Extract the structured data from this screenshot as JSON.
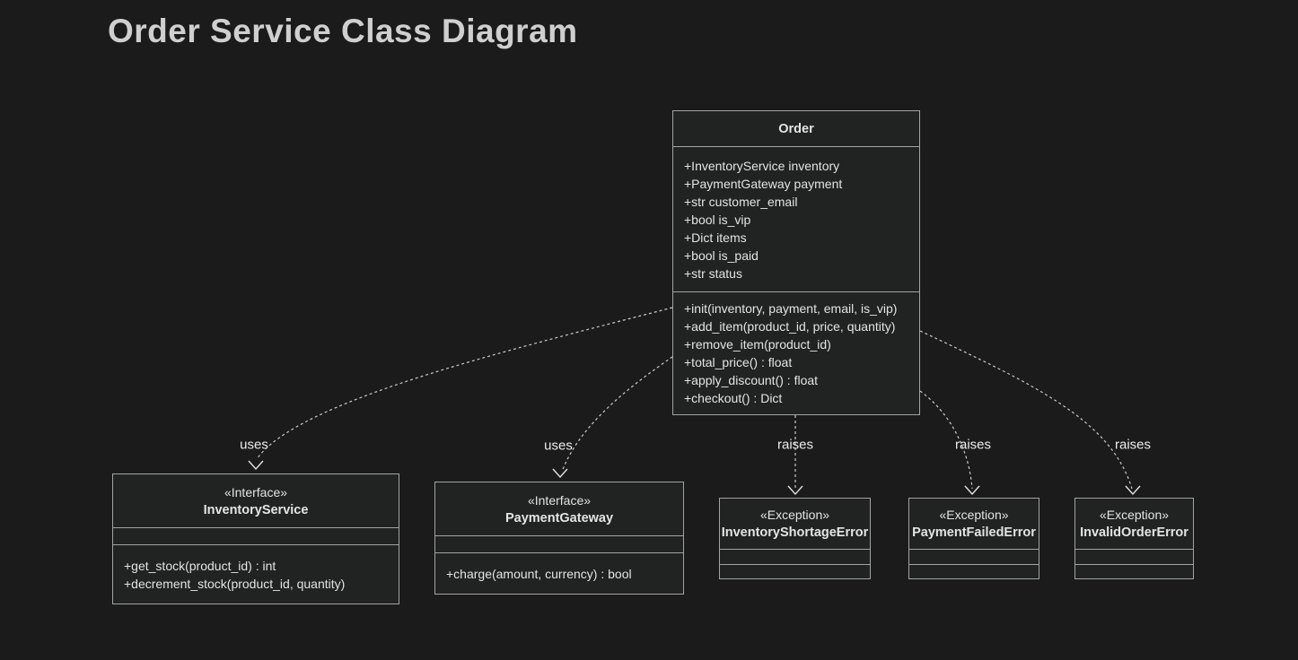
{
  "page": {
    "title": "Order Service Class Diagram"
  },
  "colors": {
    "background": "#1b1b1b",
    "node_fill": "#212222",
    "node_border": "#a3a3a3",
    "text": "#e4e4e4",
    "edge_line": "#c9c9c9"
  },
  "diagram": {
    "classes": [
      {
        "id": "order",
        "stereotype": "",
        "name": "Order",
        "attributes": [
          "+InventoryService inventory",
          "+PaymentGateway payment",
          "+str customer_email",
          "+bool is_vip",
          "+Dict items",
          "+bool is_paid",
          "+str status"
        ],
        "methods": [
          "+init(inventory, payment, email, is_vip)",
          "+add_item(product_id, price, quantity)",
          "+remove_item(product_id)",
          "+total_price() : float",
          "+apply_discount() : float",
          "+checkout() : Dict"
        ]
      },
      {
        "id": "inventory-service",
        "stereotype": "«Interface»",
        "name": "InventoryService",
        "attributes": [],
        "methods": [
          "+get_stock(product_id) : int",
          "+decrement_stock(product_id, quantity)"
        ]
      },
      {
        "id": "payment-gateway",
        "stereotype": "«Interface»",
        "name": "PaymentGateway",
        "attributes": [],
        "methods": [
          "+charge(amount, currency) : bool"
        ]
      },
      {
        "id": "inventory-shortage-error",
        "stereotype": "«Exception»",
        "name": "InventoryShortageError",
        "attributes": [],
        "methods": []
      },
      {
        "id": "payment-failed-error",
        "stereotype": "«Exception»",
        "name": "PaymentFailedError",
        "attributes": [],
        "methods": []
      },
      {
        "id": "invalid-order-error",
        "stereotype": "«Exception»",
        "name": "InvalidOrderError",
        "attributes": [],
        "methods": []
      }
    ],
    "edges": [
      {
        "from": "Order",
        "to": "InventoryService",
        "label": "uses",
        "style": "dashed, open arrowhead"
      },
      {
        "from": "Order",
        "to": "PaymentGateway",
        "label": "uses",
        "style": "dashed, open arrowhead"
      },
      {
        "from": "Order",
        "to": "InventoryShortageError",
        "label": "raises",
        "style": "dashed, open arrowhead"
      },
      {
        "from": "Order",
        "to": "PaymentFailedError",
        "label": "raises",
        "style": "dashed, open arrowhead"
      },
      {
        "from": "Order",
        "to": "InvalidOrderError",
        "label": "raises",
        "style": "dashed, open arrowhead"
      }
    ]
  }
}
